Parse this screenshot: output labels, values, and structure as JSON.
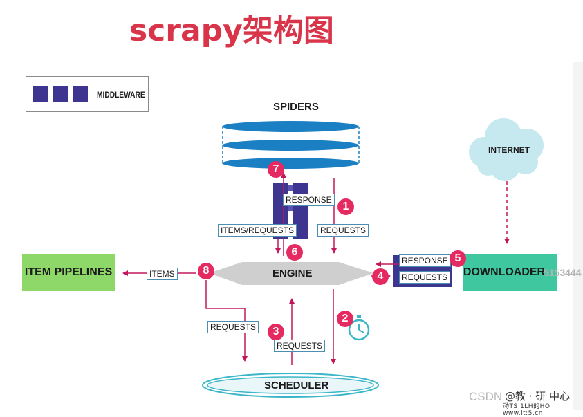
{
  "title": "scrapy架构图",
  "legend": {
    "label": "MIDDLEWARE"
  },
  "colors": {
    "middleware": "#3d3590",
    "arrow": "#c2185b",
    "badge": "#e52a62",
    "tag_border": "#4a8fb0",
    "spider_disk": "#1b7fc4",
    "item_pipelines": "#8ed86a",
    "downloader": "#3fc8a0",
    "engine": "#cfcfcf",
    "internet_cloud": "#c6e9ef"
  },
  "nodes": {
    "spiders": "SPIDERS",
    "engine": "ENGINE",
    "scheduler": "SCHEDULER",
    "downloader": "DOWNLOADER",
    "item_pipelines": "ITEM PIPELINES",
    "internet": "INTERNET"
  },
  "tags": {
    "response_spider": "RESPONSE",
    "items_requests": "ITEMS/REQUESTS",
    "requests_1": "REQUESTS",
    "response_downloader": "RESPONSE",
    "requests_downloader": "REQUESTS",
    "items": "ITEMS",
    "requests_8": "REQUESTS",
    "requests_3": "REQUESTS"
  },
  "steps": [
    "1",
    "2",
    "3",
    "4",
    "5",
    "6",
    "7",
    "8"
  ],
  "icons": {
    "timer": "stopwatch-icon"
  },
  "watermark": {
    "csdn": "CSDN",
    "cn": "@教 · 研 中心",
    "url": "动TS 1LH的HO   www.it:5.cn",
    "ghost": "5153444"
  }
}
